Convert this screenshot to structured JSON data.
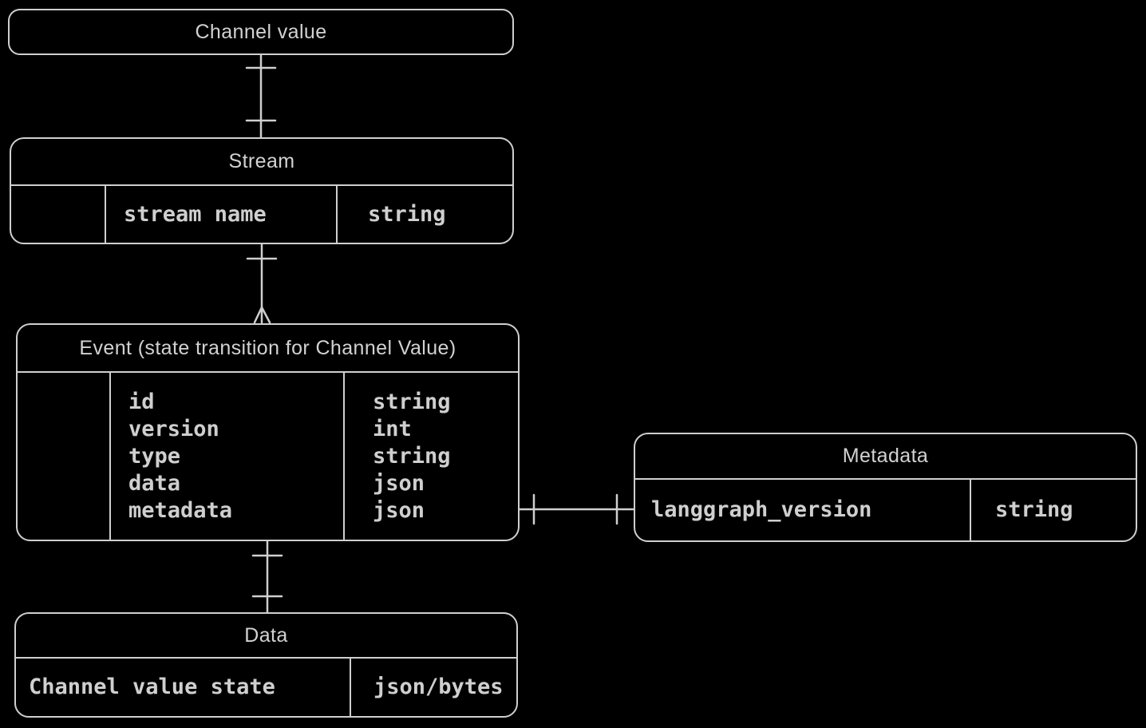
{
  "diagram": {
    "background_color": "#000000",
    "stroke_color": "#cfcfcf",
    "text_color": "#d2d2d2"
  },
  "entities": {
    "channel_value": {
      "title": "Channel value",
      "attributes": []
    },
    "stream": {
      "title": "Stream",
      "attributes": [
        {
          "name": "stream name",
          "type": "string"
        }
      ]
    },
    "event": {
      "title": "Event (state transition for Channel Value)",
      "attributes": [
        {
          "name": "id",
          "type": "string"
        },
        {
          "name": "version",
          "type": "int"
        },
        {
          "name": "type",
          "type": "string"
        },
        {
          "name": "data",
          "type": "json"
        },
        {
          "name": "metadata",
          "type": "json"
        }
      ]
    },
    "metadata": {
      "title": "Metadata",
      "attributes": [
        {
          "name": "langgraph_version",
          "type": "string"
        }
      ]
    },
    "data": {
      "title": "Data",
      "attributes": [
        {
          "name": "Channel value state",
          "type": "json/bytes"
        }
      ]
    }
  },
  "relationships": [
    {
      "from": "Channel value",
      "to": "Stream",
      "cardinality": "one-to-one"
    },
    {
      "from": "Stream",
      "to": "Event",
      "cardinality": "one-to-many"
    },
    {
      "from": "Event",
      "to": "Metadata",
      "cardinality": "one-to-one"
    },
    {
      "from": "Event",
      "to": "Data",
      "cardinality": "one-to-one"
    }
  ]
}
